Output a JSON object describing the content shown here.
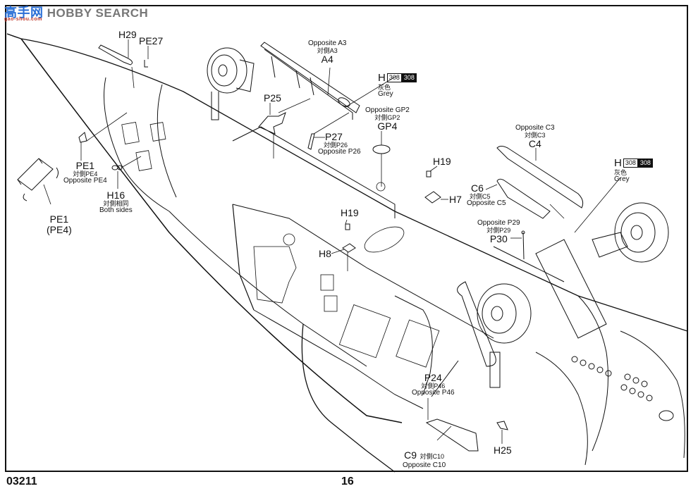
{
  "watermark": {
    "brand": "高手网",
    "text": "HOBBY SEARCH",
    "domain": "gao-shou.com"
  },
  "footer": {
    "kit_number": "03211",
    "page_number": "16"
  },
  "colors": {
    "ink": "#111111",
    "paper": "#ffffff",
    "watermark_blue": "#2a6fd6",
    "watermark_red": "#c0392b"
  },
  "callouts": {
    "h29": {
      "part": "H29"
    },
    "pe27": {
      "part": "PE27"
    },
    "a4": {
      "opposite_en": "Opposite A3",
      "opposite_cn": "対側A3",
      "part": "A4"
    },
    "paint_top": {
      "code": "H",
      "swatch1": "308",
      "swatch2": "308",
      "color_cn": "灰色",
      "color_en": "Grey"
    },
    "p25": {
      "part": "P25"
    },
    "gp4": {
      "opposite_en": "Opposite GP2",
      "opposite_cn": "対側GP2",
      "part": "GP4"
    },
    "p27": {
      "part": "P27",
      "opposite_cn": "対側P26",
      "opposite_en": "Opposite P26"
    },
    "c4": {
      "opposite_en": "Opposite C3",
      "opposite_cn": "対側C3",
      "part": "C4"
    },
    "paint_right": {
      "code": "H",
      "swatch1": "308",
      "swatch2": "308",
      "color_cn": "灰色",
      "color_en": "Grey"
    },
    "pe1_top": {
      "part": "PE1",
      "opposite_cn": "対側PE4",
      "opposite_en": "Opposite PE4"
    },
    "h16": {
      "part": "H16",
      "note_cn": "対側相同",
      "note_en": "Both sides"
    },
    "pe1_bottom": {
      "part": "PE1",
      "alt": "(PE4)"
    },
    "h19_right": {
      "part": "H19"
    },
    "h7": {
      "part": "H7"
    },
    "c6": {
      "part": "C6",
      "opposite_cn": "対側C5",
      "opposite_en": "Opposite C5"
    },
    "h19_center": {
      "part": "H19"
    },
    "p30": {
      "opposite_en": "Opposite P29",
      "opposite_cn": "対側P29",
      "part": "P30"
    },
    "h8": {
      "part": "H8"
    },
    "p24": {
      "part": "P24",
      "opposite_cn": "対側P46",
      "opposite_en": "Opposite P46"
    },
    "c9": {
      "part": "C9",
      "opposite_cn": "対側C10",
      "opposite_en": "Opposite C10"
    },
    "h25": {
      "part": "H25"
    }
  }
}
